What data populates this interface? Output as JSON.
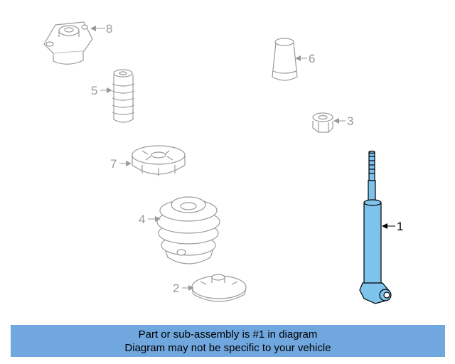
{
  "callouts": {
    "c1": "1",
    "c2": "2",
    "c3": "3",
    "c4": "4",
    "c5": "5",
    "c6": "6",
    "c7": "7",
    "c8": "8"
  },
  "banner": {
    "line1": "Part or sub-assembly is #1 in diagram",
    "line2": "Diagram may not be specific to your vehicle"
  },
  "colors": {
    "highlight": "#7ec3ec",
    "banner_bg": "#6fa7de",
    "muted_line": "#9a9a9a"
  }
}
